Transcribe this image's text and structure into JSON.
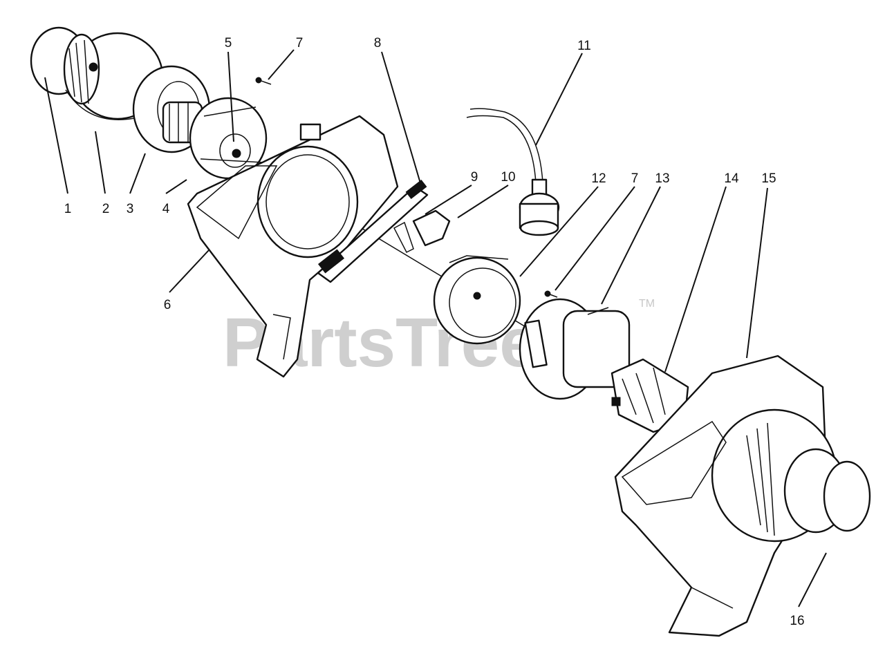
{
  "callouts": {
    "c1": "1",
    "c2": "2",
    "c3": "3",
    "c4": "4",
    "c5": "5",
    "c6": "6",
    "c7a": "7",
    "c7b": "7",
    "c8": "8",
    "c9": "9",
    "c10": "10",
    "c11": "11",
    "c12": "12",
    "c13": "13",
    "c14": "14",
    "c15": "15",
    "c16": "16"
  },
  "watermark": {
    "text": "PartsTree",
    "tm": "TM"
  },
  "colors": {
    "line": "#111111",
    "watermark": "#c7c7c7",
    "background": "#ffffff"
  }
}
